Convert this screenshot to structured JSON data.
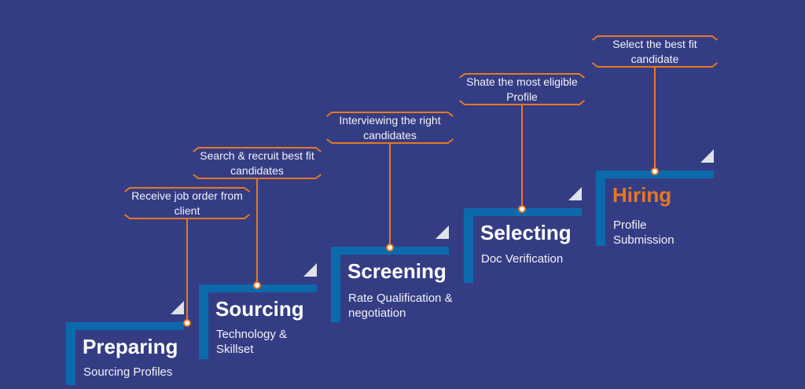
{
  "steps": [
    {
      "title": "Preparing",
      "subtitle": "Sourcing Profiles",
      "callout": "Receive job order from client"
    },
    {
      "title": "Sourcing",
      "subtitle": "Technology & Skillset",
      "callout": "Search & recruit best fit candidates"
    },
    {
      "title": "Screening",
      "subtitle": "Rate Qualification & negotiation",
      "callout": "Interviewing the right candidates"
    },
    {
      "title": "Selecting",
      "subtitle": "Doc Verification",
      "callout": "Shate the most eligible Profile"
    },
    {
      "title": "Hiring",
      "subtitle": "Profile Submission",
      "callout": "Select the best fit candidate"
    }
  ],
  "colors": {
    "background": "#343d84",
    "step_bar": "#0b6aac",
    "accent": "#e87722",
    "triangle": "#dfe3e8"
  }
}
